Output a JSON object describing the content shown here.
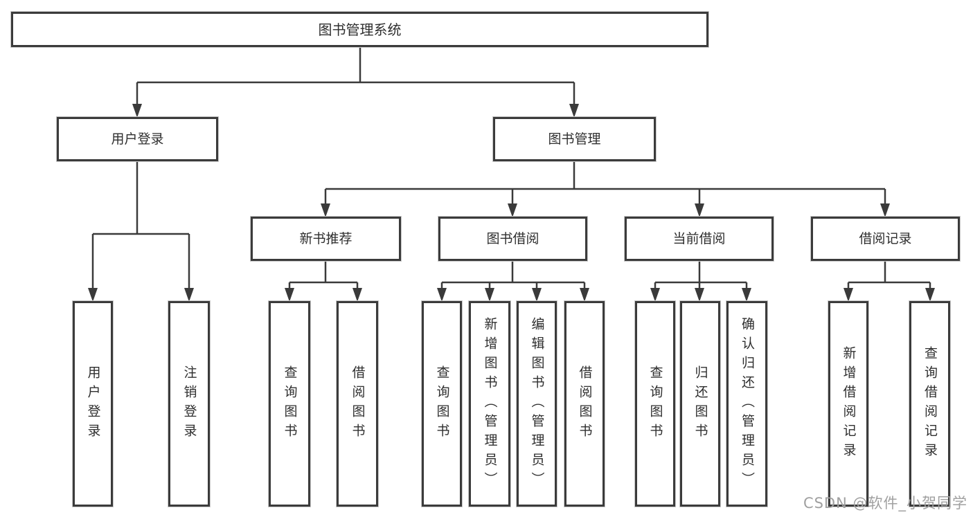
{
  "diagram": {
    "root": {
      "label": "图书管理系统"
    },
    "branches": [
      {
        "label": "用户登录",
        "children": [
          {
            "label": "用户登录"
          },
          {
            "label": "注销登录"
          }
        ]
      },
      {
        "label": "图书管理",
        "children": [
          {
            "label": "新书推荐",
            "children": [
              {
                "label": "查询图书"
              },
              {
                "label": "借阅图书"
              }
            ]
          },
          {
            "label": "图书借阅",
            "children": [
              {
                "label": "查询图书"
              },
              {
                "label": "新增图书（管理员）"
              },
              {
                "label": "编辑图书（管理员）"
              },
              {
                "label": "借阅图书"
              }
            ]
          },
          {
            "label": "当前借阅",
            "children": [
              {
                "label": "查询图书"
              },
              {
                "label": "归还图书"
              },
              {
                "label": "确认归还（管理员）"
              }
            ]
          },
          {
            "label": "借阅记录",
            "children": [
              {
                "label": "新增借阅记录"
              },
              {
                "label": "查询借阅记录"
              }
            ]
          }
        ]
      }
    ]
  },
  "watermark": {
    "text": "CSDN @软件_小贺同学"
  },
  "colors": {
    "line": "#3a3a3a",
    "box_border": "#3b3b3b",
    "text": "#2e2e2e",
    "watermark": "#a0a0a0",
    "background": "#ffffff"
  }
}
